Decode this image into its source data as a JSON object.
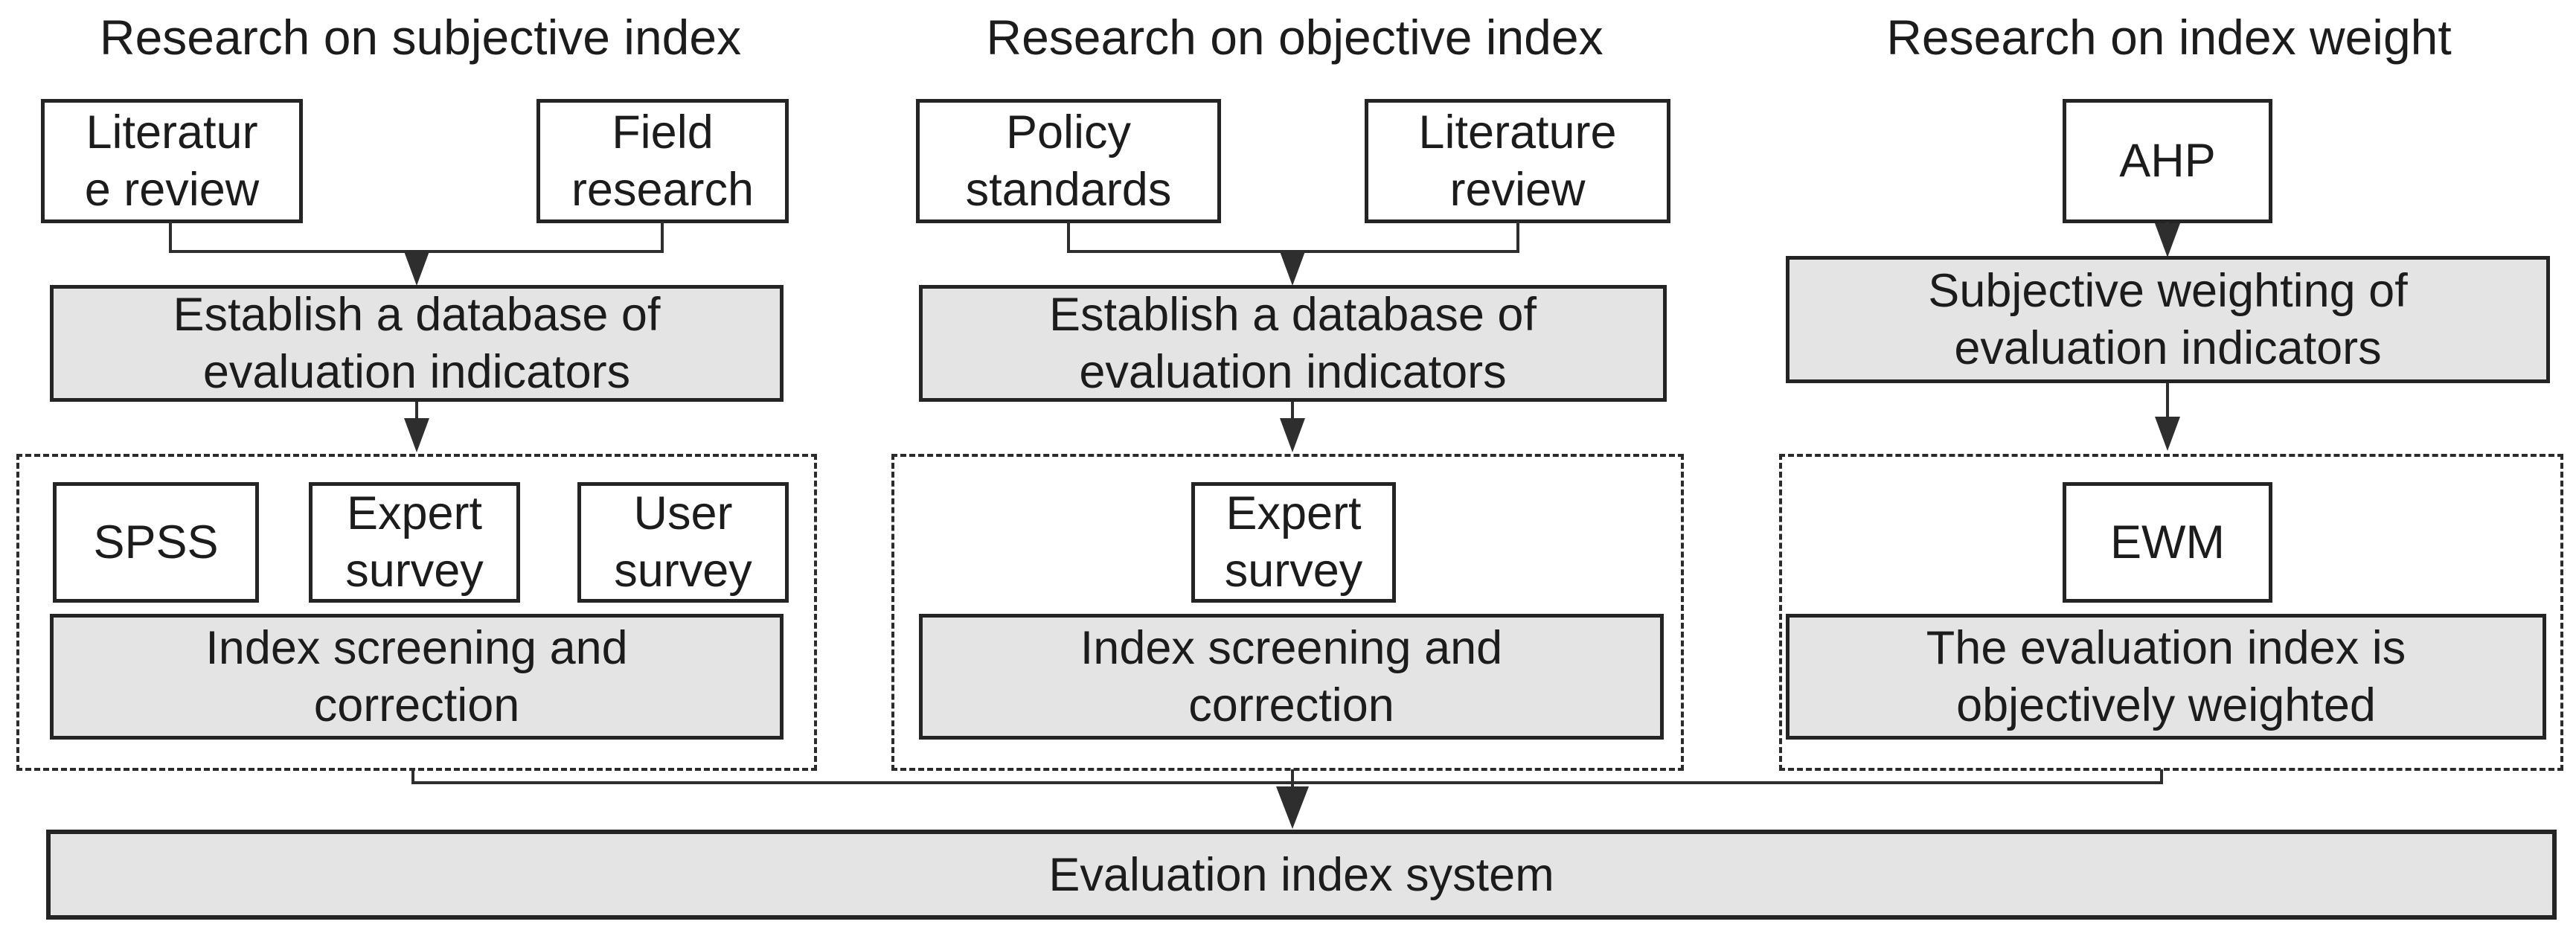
{
  "colors": {
    "process_fill": "#e4e4e4",
    "border": "#242424",
    "line": "#2e2e2e",
    "background": "#ffffff"
  },
  "columns": [
    {
      "header": "Research on subjective index",
      "inputs": [
        "Literatur\ne review",
        "Field\nresearch"
      ],
      "database": "Establish a database of\nevaluation indicators",
      "methods": [
        "SPSS",
        "Expert\nsurvey",
        "User\nsurvey"
      ],
      "outcome": "Index screening and\ncorrection"
    },
    {
      "header": "Research on objective index",
      "inputs": [
        "Policy\nstandards",
        "Literature\nreview"
      ],
      "database": "Establish a database of\nevaluation indicators",
      "methods": [
        "Expert\nsurvey"
      ],
      "outcome": "Index screening and\ncorrection"
    },
    {
      "header": "Research on index weight",
      "inputs": [
        "AHP"
      ],
      "database": "Subjective weighting of\nevaluation indicators",
      "methods": [
        "EWM"
      ],
      "outcome": "The evaluation index is\nobjectively weighted"
    }
  ],
  "result": "Evaluation index system"
}
